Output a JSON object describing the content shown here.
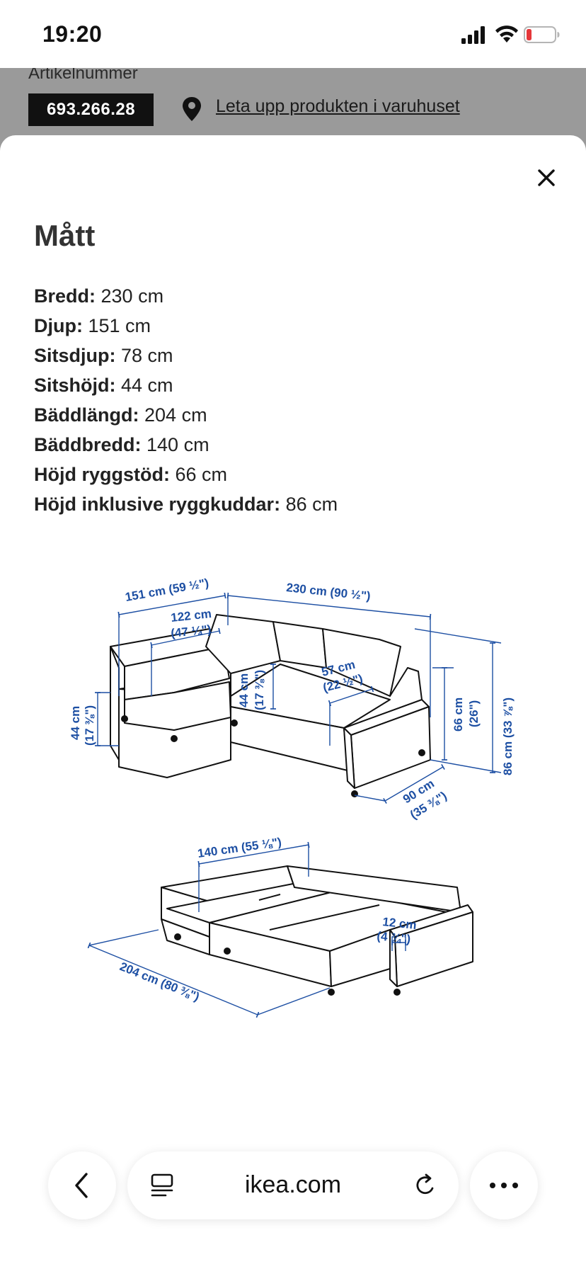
{
  "status_bar": {
    "time": "19:20"
  },
  "background_page": {
    "article_label": "Artikelnummer",
    "article_number": "693.266.28",
    "store_link": "Leta upp produkten i varuhuset"
  },
  "modal": {
    "title": "Mått",
    "specs": [
      {
        "label": "Bredd:",
        "value": "230 cm"
      },
      {
        "label": "Djup:",
        "value": "151 cm"
      },
      {
        "label": "Sitsdjup:",
        "value": "78 cm"
      },
      {
        "label": "Sitshöjd:",
        "value": "44 cm"
      },
      {
        "label": "Bäddlängd:",
        "value": "204 cm"
      },
      {
        "label": "Bäddbredd:",
        "value": "140 cm"
      },
      {
        "label": "Höjd ryggstöd:",
        "value": "66 cm"
      },
      {
        "label": "Höjd inklusive ryggkuddar:",
        "value": "86 cm"
      }
    ],
    "diagram_labels": {
      "depth": "151 cm (59 ½\")",
      "width": "230 cm (90 ½\")",
      "chaise_inner_a": "122 cm",
      "chaise_inner_b": "(47 ¼\")",
      "seat_h_left_a": "44 cm",
      "seat_h_left_b": "(17 ⅜\")",
      "seat_h_mid_a": "44 cm",
      "seat_h_mid_b": "(17 ⅜\")",
      "seat_depth_a": "57 cm",
      "seat_depth_b": "(22 ½\")",
      "back_h_a": "66 cm",
      "back_h_b": "(26\")",
      "total_h": "86 cm (33 ⅞\")",
      "arm_depth_a": "90 cm",
      "arm_depth_b": "(35 ⅜\")",
      "bed_width": "140 cm (55 ⅛\")",
      "arm_width_a": "12 cm",
      "arm_width_b": "(4 ¾\")",
      "bed_length": "204 cm (80 ⅜\")"
    }
  },
  "browser": {
    "url": "ikea.com"
  },
  "colors": {
    "dimension_blue": "#1d4fa3",
    "overlay_gray": "#9a9a9a",
    "battery_low": "#e5373a"
  }
}
